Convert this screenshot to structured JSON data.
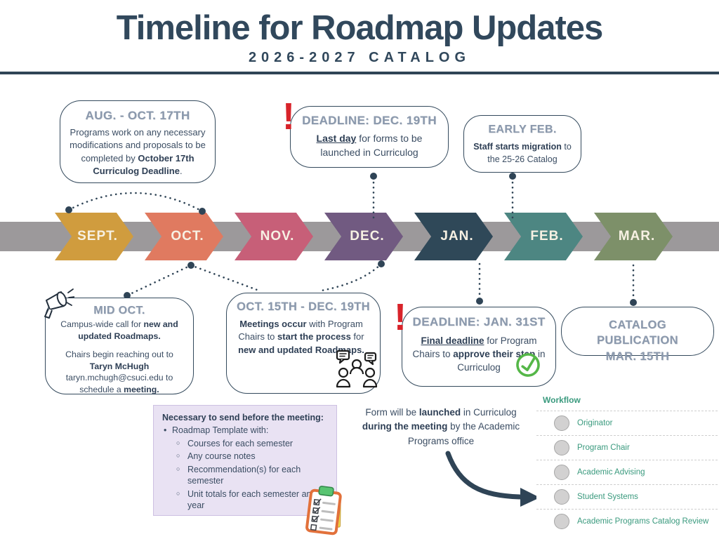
{
  "header": {
    "title": "Timeline for Roadmap Updates",
    "subtitle": "2026-2027 CATALOG"
  },
  "timeline": {
    "road_color": "#9c999b",
    "months": [
      {
        "label": "SEPT.",
        "color": "#d09c3e"
      },
      {
        "label": "OCT.",
        "color": "#e07a60"
      },
      {
        "label": "NOV.",
        "color": "#c75f78"
      },
      {
        "label": "DEC.",
        "color": "#715a81"
      },
      {
        "label": "JAN.",
        "color": "#2f4858"
      },
      {
        "label": "FEB.",
        "color": "#4d8682"
      },
      {
        "label": "MAR.",
        "color": "#7d9069"
      }
    ]
  },
  "callouts": {
    "aug_oct": {
      "heading": "AUG. - OCT. 17TH",
      "t1": "Programs work on any necessary modifications and proposals to be completed by ",
      "b1": "October 17th Curriculog Deadline",
      "t2": "."
    },
    "dec_deadline": {
      "exclamation": "!",
      "heading": "DEADLINE: DEC. 19TH",
      "b1": "Last day",
      "t1": " for forms to be launched in Curriculog"
    },
    "early_feb": {
      "heading": "EARLY FEB.",
      "b1": "Staff starts migration",
      "t1": " to the 25-26 Catalog"
    },
    "mid_oct": {
      "heading": "MID OCT.",
      "t1": "Campus-wide call for ",
      "b1": "new and updated Roadmaps.",
      "t2": "Chairs begin reaching out to ",
      "b2": "Taryn McHugh",
      "t3": " taryn.mchugh@csuci.edu to schedule a ",
      "b3": "meeting."
    },
    "oct15_dec19": {
      "heading": "OCT. 15TH - DEC. 19TH",
      "b1": "Meetings occur",
      "t1": " with Program Chairs to ",
      "b2": "start the process",
      "t2": " for ",
      "b3": "new and updated Roadmaps."
    },
    "jan_deadline": {
      "exclamation": "!",
      "heading": "DEADLINE: JAN. 31ST",
      "b1": "Final deadline",
      "t1": " for Program Chairs to ",
      "b2": "approve their step",
      "t2": " in Curriculog"
    },
    "catalog_publication": {
      "heading_line1": "CATALOG PUBLICATION",
      "heading_line2": "MAR. 15TH"
    }
  },
  "meeting_requirements": {
    "heading": "Necessary to send before the meeting:",
    "bullet": "Roadmap Template with:",
    "sub_bullets": [
      "Courses for each semester",
      "Any course notes",
      "Recommendation(s) for each semester",
      "Unit totals for each semester and year"
    ]
  },
  "form_note": {
    "t1": "Form will be ",
    "b1": "launched",
    "t2": " in Curriculog ",
    "b2": "during the meeting",
    "t3": " by the Academic Programs office"
  },
  "workflow": {
    "title": "Workflow",
    "steps": [
      "Originator",
      "Program Chair",
      "Academic Advising",
      "Student Systems",
      "Academic Programs Catalog Review"
    ]
  },
  "icons": {
    "megaphone": "megaphone-icon",
    "meeting_people": "meeting-people-icon",
    "alert_exclamation": "exclamation-icon",
    "approved_check": "check-circle-icon",
    "clipboard": "clipboard-checklist-icon",
    "curved_arrow": "curved-arrow-icon"
  },
  "colors": {
    "accent_navy": "#2f4456",
    "heading_gray_blue": "#8b99ad",
    "alert_red": "#d8232a",
    "check_green": "#55b748",
    "road_gray": "#9c999b",
    "requirements_bg": "#e9e2f3",
    "workflow_teal": "#3a9a7e"
  }
}
